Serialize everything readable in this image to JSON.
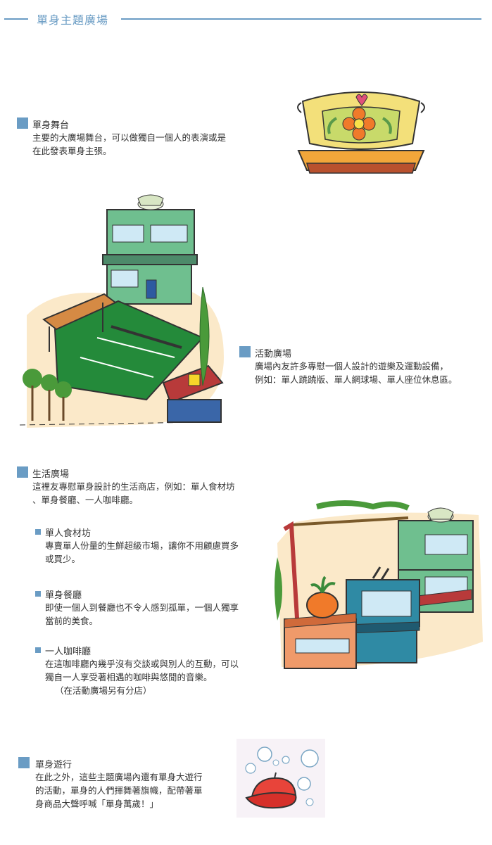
{
  "header": {
    "title": "單身主題廣場"
  },
  "sections": {
    "stage": {
      "title": "單身舞台",
      "lines": [
        "主要的大廣場舞台，可以做獨自一個人的表演或是",
        "在此發表單身主張。"
      ]
    },
    "activity": {
      "title": "活動廣場",
      "lines": [
        "廣場內友許多專慰一個人設計的遊樂及運動設備，",
        "例如：單人蹺蹺版、單人網球場、單人座位休息區。"
      ]
    },
    "life": {
      "title": "生活廣場",
      "lines": [
        "這裡友專慰單身設計的生活商店，例如：單人食材坊",
        "、單身餐廳、一人咖啡廳。"
      ],
      "items": [
        {
          "title": "單人食材坊",
          "lines": [
            "專賣單人份量的生鮮超級市場，讓你不用顧慮買多",
            "或買少。"
          ]
        },
        {
          "title": "單身餐廳",
          "lines": [
            "即使一個人到餐廳也不令人感到孤單，一個人獨享",
            "當前的美食。"
          ]
        },
        {
          "title": "一人咖啡廳",
          "lines": [
            "在這咖啡廳內幾乎沒有交談或與別人的互動，可以",
            "獨自一人享受著相遇的咖啡與悠閒的音樂。",
            "（在活動廣場另有分店）"
          ]
        }
      ]
    },
    "parade": {
      "title": "單身遊行",
      "lines": [
        "在此之外，這些主題廣場內還有單身大遊行",
        "的活動，單身的人們揮舞著旗幟，配帶著單",
        "身商品大聲呼喊「單身萬歲！」"
      ]
    }
  },
  "illustrations": [
    "stage-illustration",
    "activity-plaza-illustration",
    "shops-illustration",
    "parade-cap-illustration"
  ]
}
